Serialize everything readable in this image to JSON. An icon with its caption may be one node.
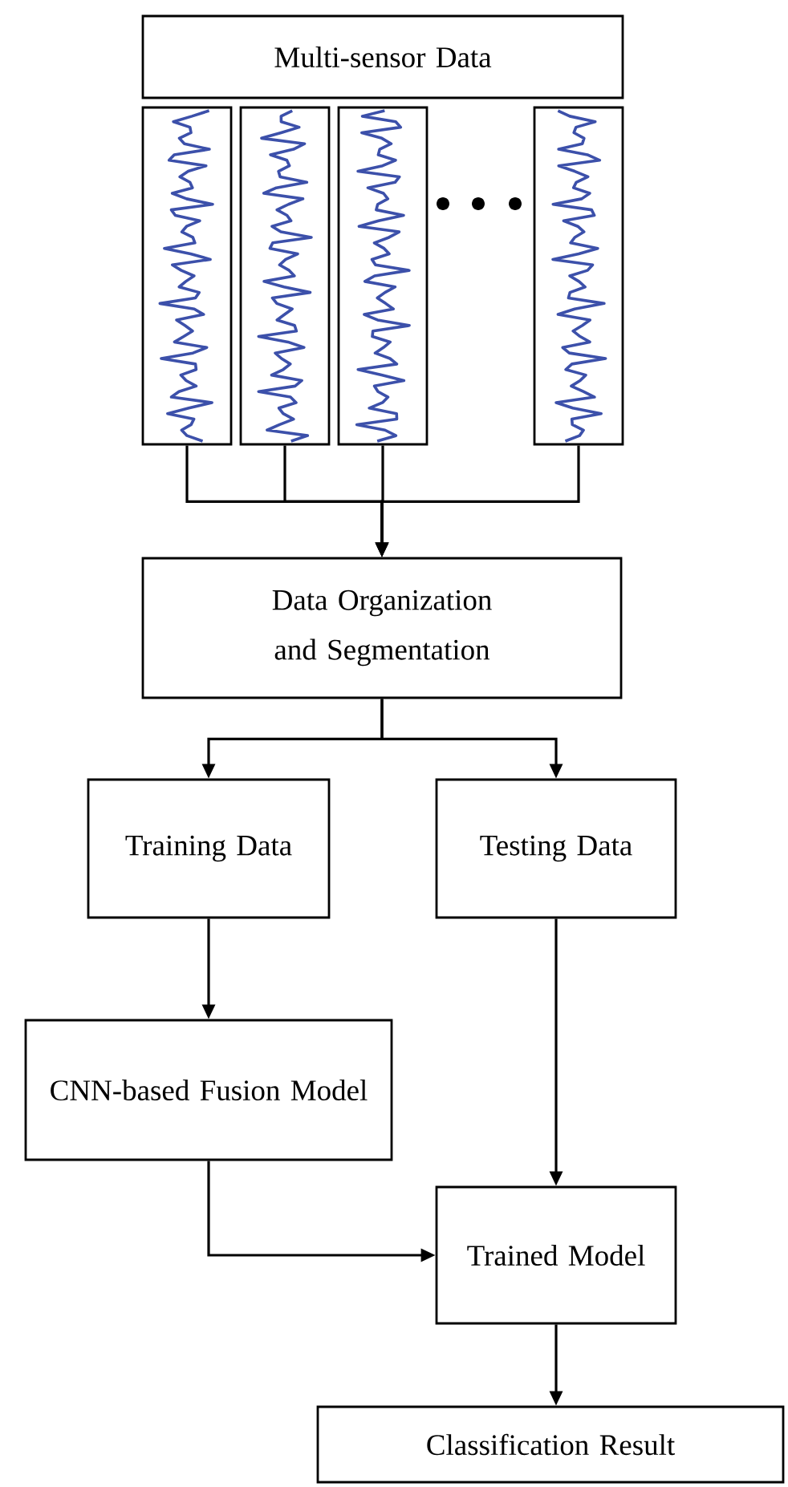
{
  "diagram": {
    "nodes": [
      {
        "text": [
          "Multi-sensor Data"
        ]
      },
      {
        "text": [],
        "shape": "picture"
      },
      {
        "text": [],
        "shape": "picture"
      },
      {
        "text": [],
        "shape": "picture"
      },
      {
        "text": [],
        "shape": "picture"
      },
      {
        "text": [
          "Data Organization and Segmentation"
        ]
      },
      {
        "text": [
          "Training Data"
        ]
      },
      {
        "text": [
          "Testing Data"
        ]
      },
      {
        "text": [
          "CNN-based Fusion Model"
        ]
      },
      {
        "text": [
          "Trained Model"
        ]
      },
      {
        "text": [
          "Classification Result"
        ]
      }
    ],
    "edges": [
      {
        "from": 1,
        "to": 5,
        "arrow": "to"
      },
      {
        "from": 2,
        "to": 5,
        "arrow": "to"
      },
      {
        "from": 3,
        "to": 5,
        "arrow": "to"
      },
      {
        "from": 4,
        "to": 5,
        "arrow": "to"
      },
      {
        "from": 5,
        "to": 6,
        "arrow": "to"
      },
      {
        "from": 5,
        "to": 7,
        "arrow": "to"
      },
      {
        "from": 6,
        "to": 8,
        "arrow": "to"
      },
      {
        "from": 7,
        "to": 9,
        "arrow": "to"
      },
      {
        "from": 8,
        "to": 9,
        "arrow": "to"
      },
      {
        "from": 9,
        "to": 10,
        "arrow": "to"
      }
    ]
  }
}
